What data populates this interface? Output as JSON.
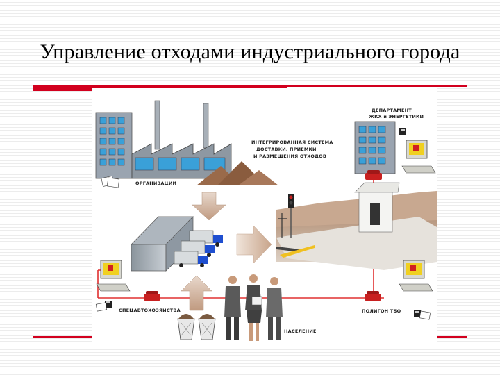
{
  "slide": {
    "title": "Управление отходами индустриального города"
  },
  "diagram": {
    "labels": {
      "system": [
        "ИНТЕГРИРОВАННАЯ СИСТЕМА",
        "ДОСТАВКИ, ПРИЕМКИ",
        "И РАЗМЕЩЕНИЯ ОТХОДОВ"
      ],
      "department": [
        "ДЕПАРТАМЕНТ",
        "ЖКХ и ЭНЕРГЕТИКИ"
      ],
      "organizations": "ОРГАНИЗАЦИИ",
      "special_farm": "СПЕЦАВТОХОЗЯЙСТВА",
      "landfill": "ПОЛИГОН ТБО",
      "population": "НАСЕЛЕНИЕ"
    }
  },
  "colors": {
    "accent_red": "#d2001e",
    "network_line": "#e03030",
    "arrow_fill": "#c8a892",
    "building": "#9aa4b0",
    "window": "#3aa0d8",
    "truck_cab": "#1f4fd0",
    "soil": "#9a6a4a"
  }
}
